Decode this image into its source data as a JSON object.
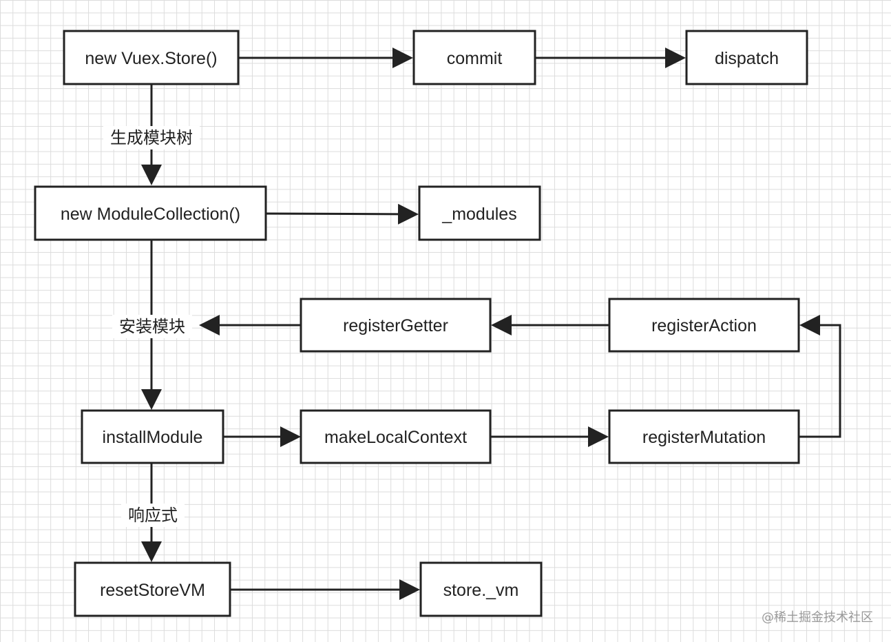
{
  "nodes": {
    "new_vuex_store": "new Vuex.Store()",
    "commit": "commit",
    "dispatch": "dispatch",
    "new_module_collection": "new ModuleCollection()",
    "modules": "_modules",
    "register_getter": "registerGetter",
    "register_action": "registerAction",
    "install_module": "installModule",
    "make_local_context": "makeLocalContext",
    "register_mutation": "registerMutation",
    "reset_store_vm": "resetStoreVM",
    "store_vm": "store._vm"
  },
  "edge_labels": {
    "generate_module_tree": "生成模块树",
    "install_modules": "安装模块",
    "reactive": "响应式"
  },
  "watermark": "@稀土掘金技术社区",
  "colors": {
    "line": "#222222",
    "grid": "#dcdcdc",
    "background": "#ffffff"
  }
}
